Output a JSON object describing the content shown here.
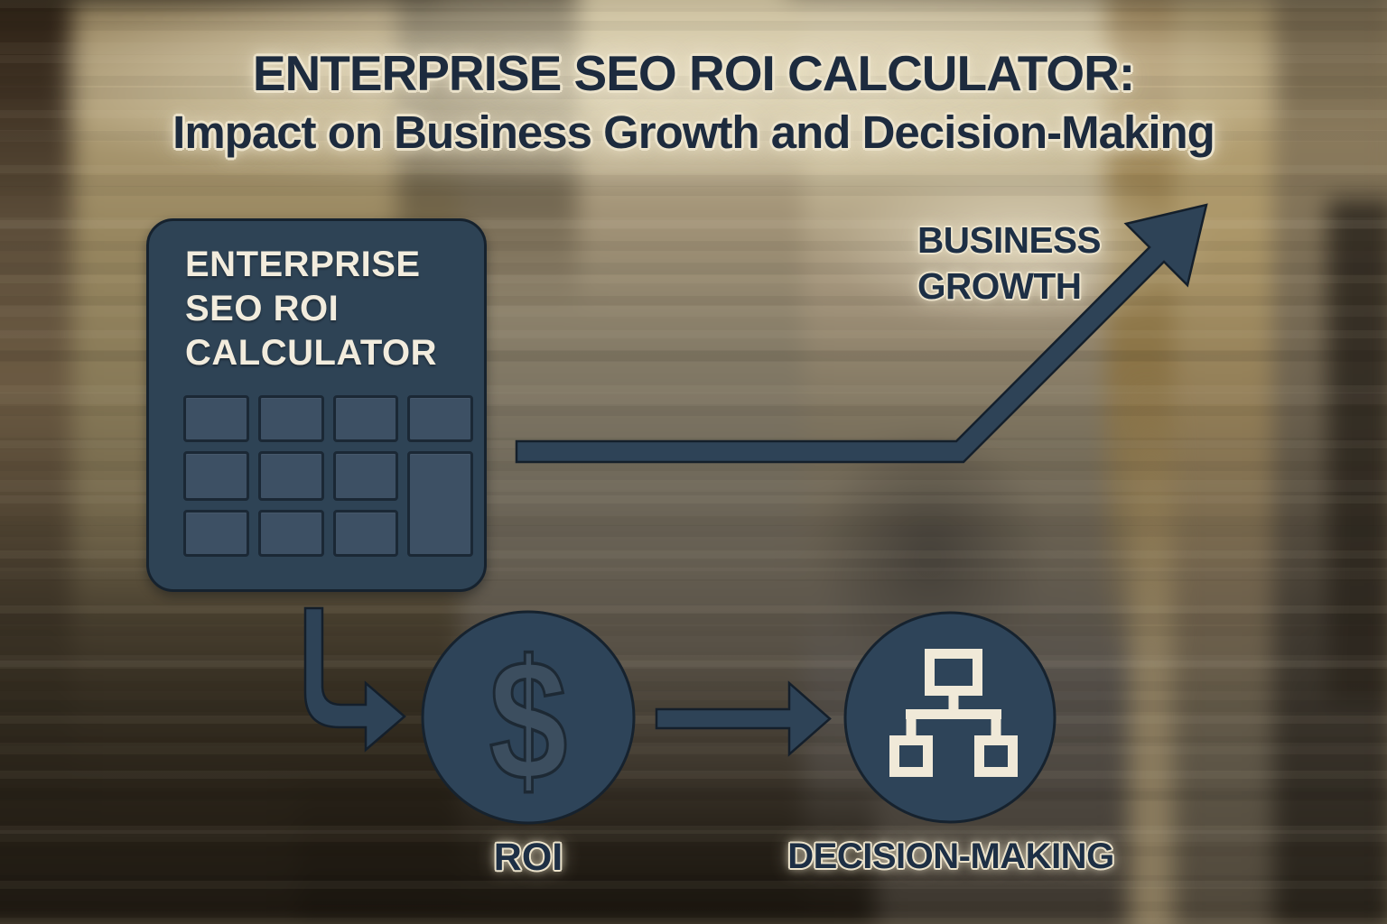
{
  "title": "ENTERPRISE SEO ROI CALCULATOR:",
  "subtitle": "Impact on Business Growth and Decision-Making",
  "calculator": {
    "lines": [
      "ENTERPRISE",
      "SEO ROI",
      "CALCULATOR"
    ]
  },
  "labels": {
    "business_growth": [
      "BUSINESS",
      "GROWTH"
    ],
    "roi": "ROI",
    "decision_making": "DECISION-MAKING"
  },
  "roi_symbol": "$",
  "icons": {
    "calculator": "calculator-keypad-icon",
    "roi": "dollar-sign-icon",
    "decision_making": "org-chart-icon",
    "business_growth": "upward-trend-arrow-icon",
    "calculator_to_roi": "elbow-down-right-arrow-icon",
    "roi_to_decision": "right-arrow-icon"
  },
  "colors": {
    "shape_navy": "#2e4357",
    "shape_outline": "#141f2b",
    "key_fill": "#3d5064",
    "cream": "#f0e9d8",
    "heading_navy": "#1d2b3e",
    "background_tan": "#a79670"
  }
}
